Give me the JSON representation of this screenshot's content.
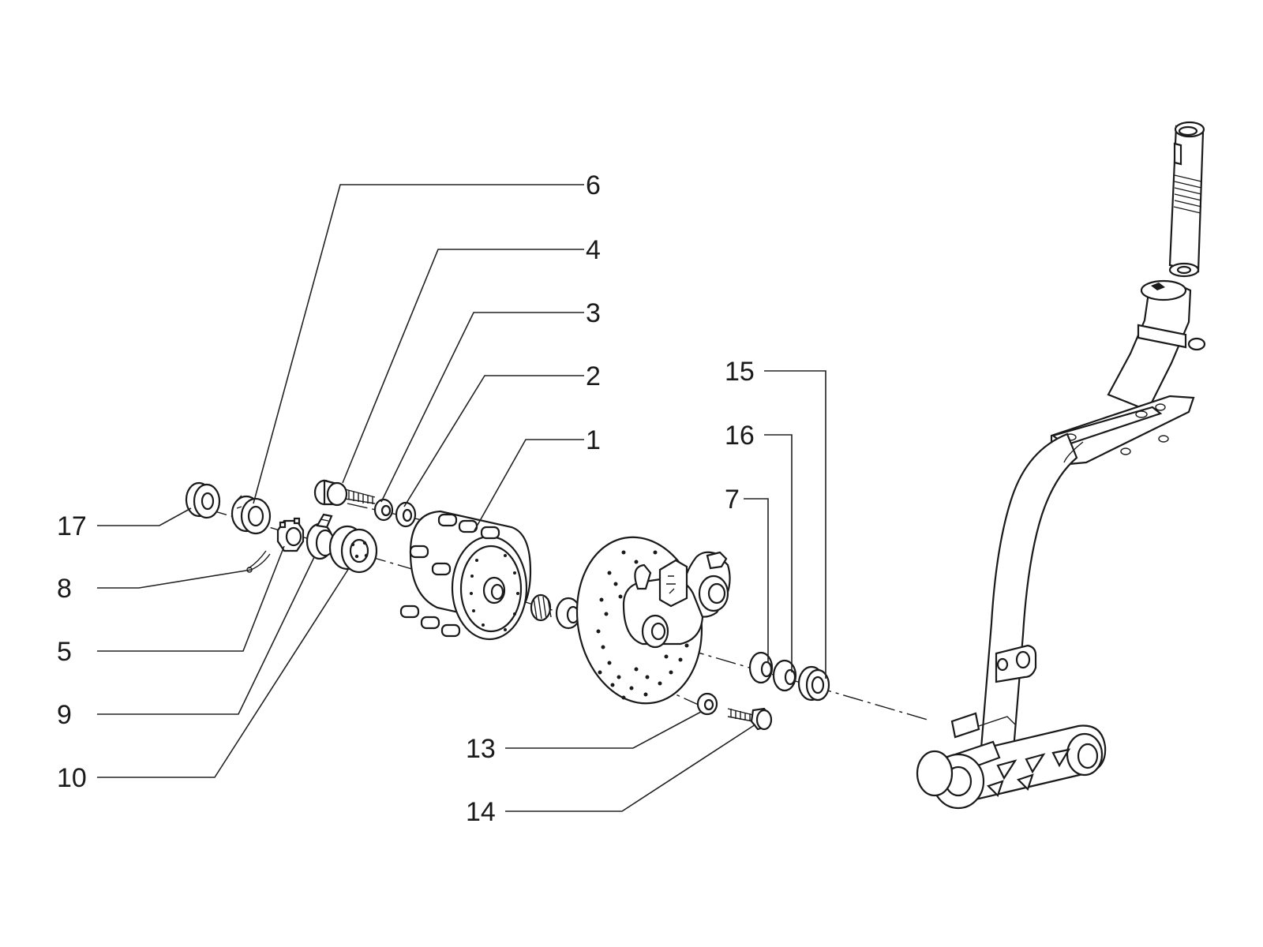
{
  "labels": {
    "p1": "1",
    "p2": "2",
    "p3": "3",
    "p4": "4",
    "p5": "5",
    "p6": "6",
    "p7": "7",
    "p8": "8",
    "p9": "9",
    "p10": "10",
    "p13": "13",
    "p14": "14",
    "p15": "15",
    "p16": "16",
    "p17": "17"
  }
}
